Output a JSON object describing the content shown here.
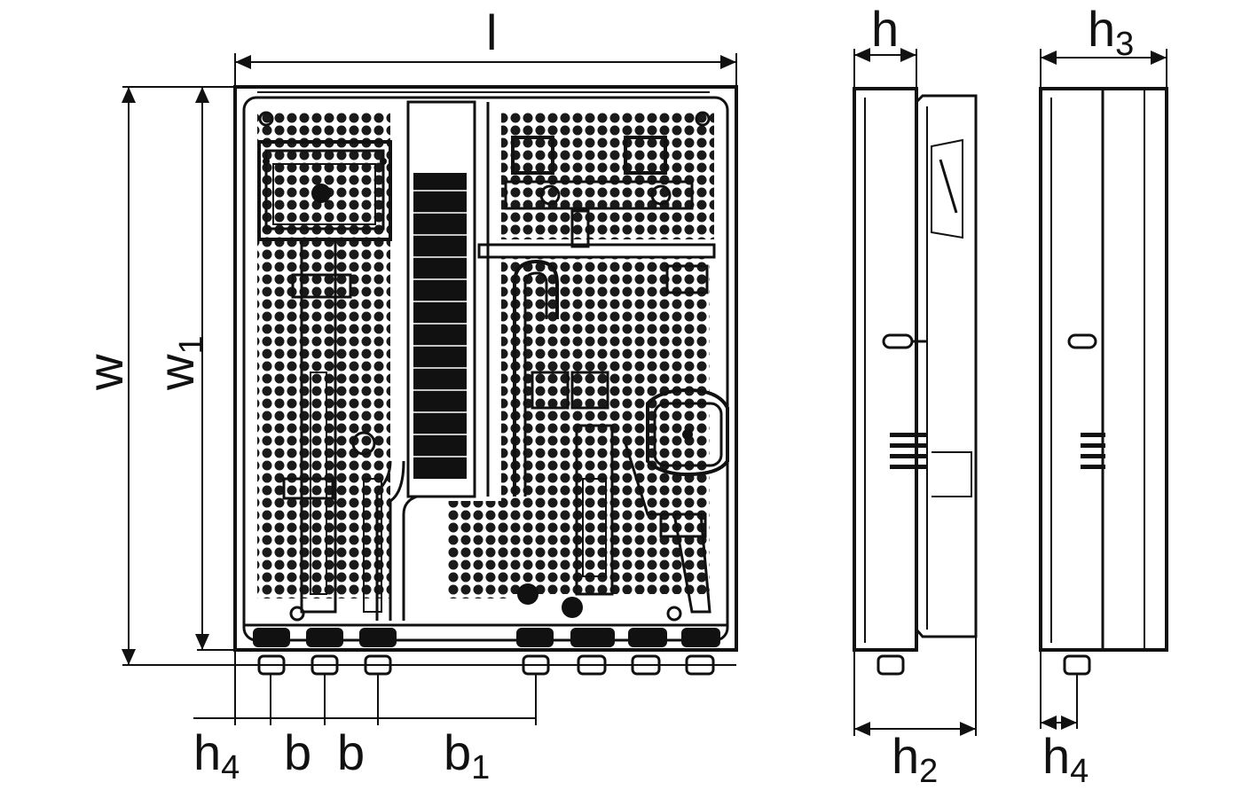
{
  "dimensions": {
    "l": "l",
    "h": "h",
    "h3_base": "h",
    "h3_sub": "3",
    "w": "w",
    "w1_base": "w",
    "w1_sub": "1",
    "h4_left_base": "h",
    "h4_left_sub": "4",
    "b_first": "b",
    "b_second": "b",
    "b1_base": "b",
    "b1_sub": "1",
    "h2_base": "h",
    "h2_sub": "2",
    "h4_right_base": "h",
    "h4_right_sub": "4"
  },
  "colors": {
    "line": "#111111",
    "background": "#ffffff",
    "hatch": "#1a1a1a"
  }
}
